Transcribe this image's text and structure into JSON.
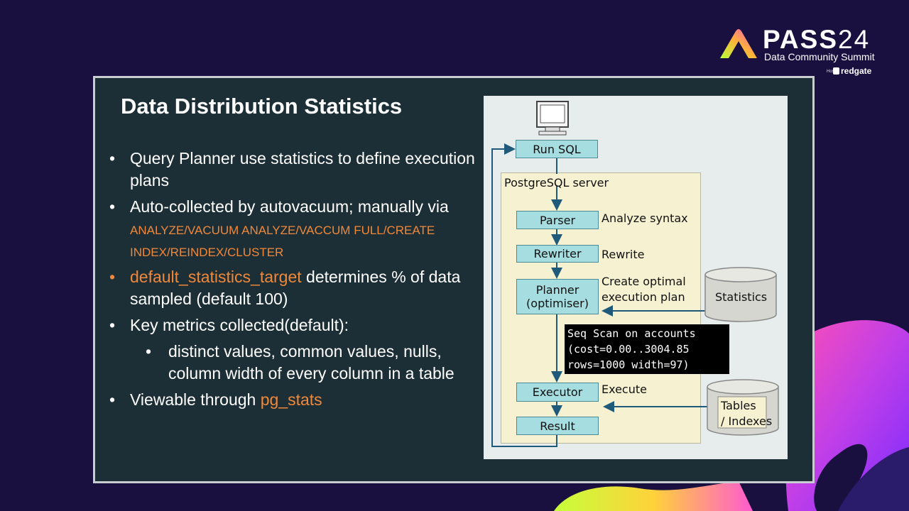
{
  "brand": {
    "name": "PASS",
    "year": "24",
    "subtitle": "Data Community Summit",
    "host_label": "Host",
    "host_name": "redgate"
  },
  "slide": {
    "title": "Data Distribution Statistics",
    "bullets": [
      {
        "text": "Query Planner use statistics to define execution plans"
      },
      {
        "text": "Auto-collected by autovacuum; manually via ",
        "highlight": "ANALYZE/VACUUM ANALYZE/VACCUM FULL/CREATE INDEX/REINDEX/CLUSTER"
      },
      {
        "highlight": "default_statistics_target",
        "text": " determines % of data sampled (default 100)"
      },
      {
        "text": "Key metrics collected(default):"
      },
      {
        "text": "distinct values, common values, nulls, column width of every column in a table"
      },
      {
        "text": "Viewable through ",
        "highlight": "pg_stats"
      }
    ]
  },
  "diagram": {
    "run_sql": "Run SQL",
    "server_label": "PostgreSQL server",
    "parser": "Parser",
    "parser_desc": "Analyze syntax",
    "rewriter": "Rewriter",
    "rewriter_desc": "Rewrite",
    "planner_line1": "Planner",
    "planner_line2": "(optimiser)",
    "planner_desc_line1": "Create optimal",
    "planner_desc_line2": "execution plan",
    "statistics": "Statistics",
    "code_line1": "Seq Scan on accounts",
    "code_line2": "(cost=0.00..3004.85",
    "code_line3": "rows=1000 width=97)",
    "executor": "Executor",
    "executor_desc": "Execute",
    "tables_line1": "Tables",
    "tables_line2": "/ Indexes",
    "result": "Result"
  },
  "colors": {
    "background": "#1a1040",
    "slide_bg": "#1d2f36",
    "accent_orange": "#f0883a",
    "box_fill": "#a6dde0",
    "server_fill": "#f6f1d1"
  }
}
